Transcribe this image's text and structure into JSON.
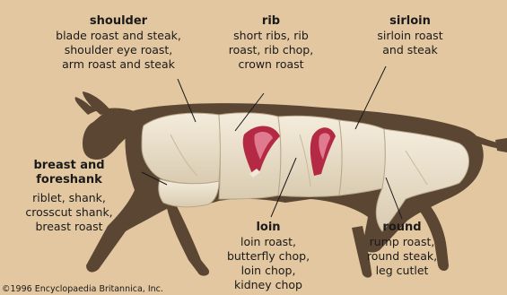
{
  "colors": {
    "background": "#e3c7a0",
    "hide": "#5a4632",
    "meat": "#ece2cf",
    "bone_marrow": "#b42a45"
  },
  "labels": {
    "shoulder": {
      "heading": "shoulder",
      "lines": [
        "blade roast and steak,",
        "shoulder eye roast,",
        "arm roast and steak"
      ]
    },
    "rib": {
      "heading": "rib",
      "lines": [
        "short ribs, rib",
        "roast, rib chop,",
        "crown roast"
      ]
    },
    "sirloin": {
      "heading": "sirloin",
      "lines": [
        "sirloin roast",
        "and steak"
      ]
    },
    "breast_foreshank": {
      "heading_lines": [
        "breast and",
        "foreshank"
      ],
      "lines": [
        "riblet, shank,",
        "crosscut shank,",
        "breast roast"
      ]
    },
    "loin": {
      "heading": "loin",
      "lines": [
        "loin roast,",
        "butterfly chop,",
        "loin chop,",
        "kidney chop"
      ]
    },
    "round": {
      "heading": "round",
      "lines": [
        "rump roast,",
        "round steak,",
        "leg cutlet"
      ]
    }
  },
  "copyright": "©1996 Encyclopaedia Britannica, Inc."
}
